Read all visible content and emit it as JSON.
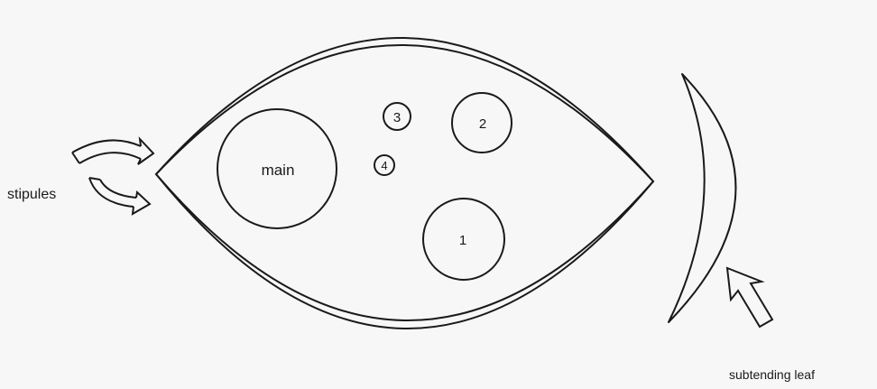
{
  "diagram": {
    "buds": [
      {
        "id": "main",
        "label": "main"
      },
      {
        "id": "1",
        "label": "1"
      },
      {
        "id": "2",
        "label": "2"
      },
      {
        "id": "3",
        "label": "3"
      },
      {
        "id": "4",
        "label": "4"
      }
    ],
    "labels": {
      "stipules": "stipules",
      "subtending_leaf": "subtending leaf"
    },
    "colors": {
      "ink": "#1a1a1a",
      "background": "#f7f7f7"
    }
  }
}
